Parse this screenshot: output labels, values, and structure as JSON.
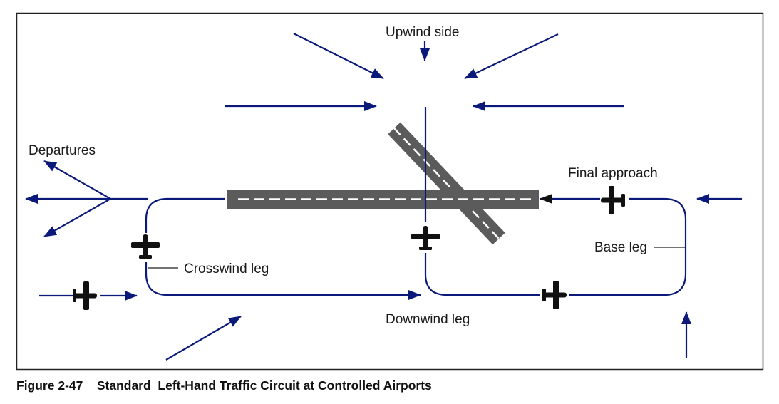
{
  "labels": {
    "upwind_side": "Upwind side",
    "departures": "Departures",
    "final_approach": "Final approach",
    "base_leg": "Base leg",
    "crosswind_leg": "Crosswind leg",
    "downwind_leg": "Downwind leg"
  },
  "caption": {
    "figure_number": "Figure 2-47",
    "title": "Standard  Left-Hand Traffic Circuit at Controlled Airports"
  },
  "colors": {
    "path": "#0b1a7a",
    "runway": "#5b5b5b",
    "runway_centerline": "#ffffff",
    "aircraft": "#111111",
    "border": "#222222"
  }
}
